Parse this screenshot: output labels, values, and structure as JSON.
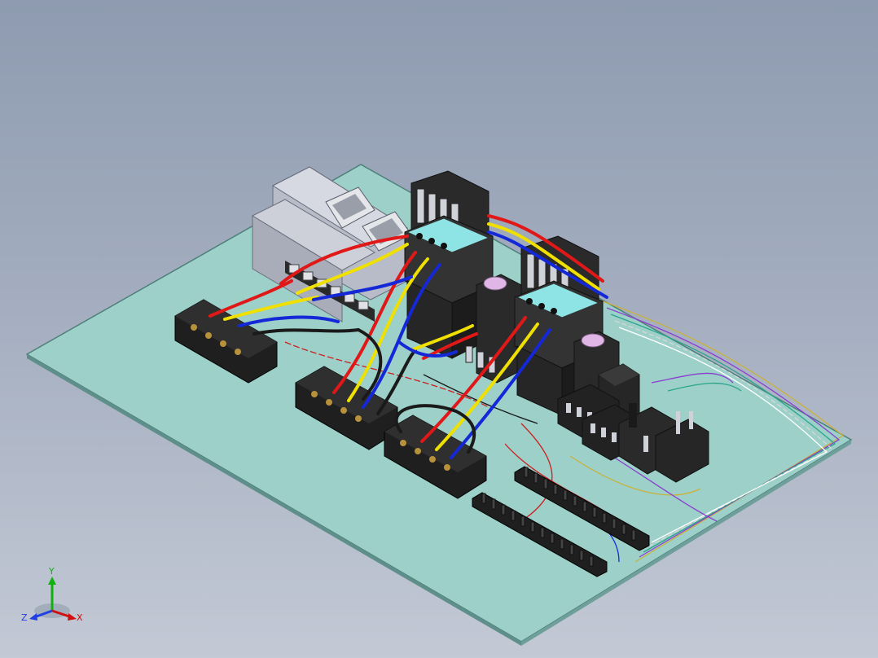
{
  "colors": {
    "background_top": "#8e9bb0",
    "background_bottom": "#c3c9d5",
    "board": "#9cd0c9",
    "board_edge": "#4f7f7a",
    "terminal_block": "#1f1f1f",
    "screw": "#b8923a",
    "contactor": "#2a2a2a",
    "contactor_accent": "#8ee4e4",
    "breaker": "#c9ccd6",
    "wire_red": "#e01818",
    "wire_yellow": "#f0e000",
    "wire_blue": "#1428d8",
    "wire_black": "#1a1a1a",
    "button_pink": "#e0b6e6",
    "axis_x": "#d01010",
    "axis_y": "#10b010",
    "axis_z": "#2040e0"
  },
  "triad": {
    "x_label": "X",
    "y_label": "Y",
    "z_label": "Z"
  }
}
